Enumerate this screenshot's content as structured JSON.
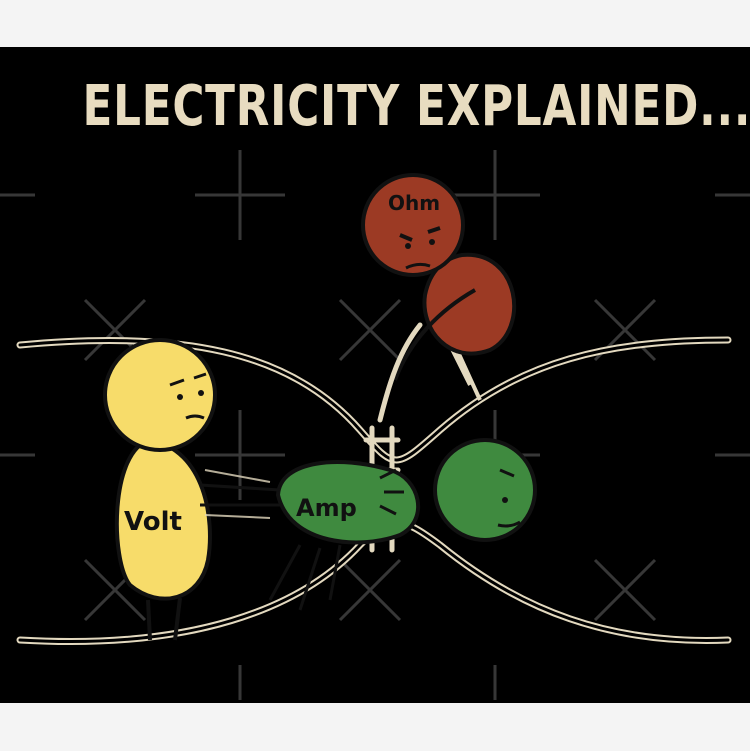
{
  "title": "ELECTRICITY EXPLAINED...",
  "characters": {
    "volt": {
      "label": "Volt",
      "color": "#f7dc6a"
    },
    "amp": {
      "label": "Amp",
      "color": "#3f8a3f"
    },
    "ohm": {
      "label": "Ohm",
      "color": "#9c3a24"
    }
  },
  "colors": {
    "background": "#000000",
    "title": "#e8dcc0",
    "wire": "#e3d9bf",
    "outline": "#111111"
  },
  "icons": [
    "watermark-cross-icon",
    "rope-icon"
  ]
}
